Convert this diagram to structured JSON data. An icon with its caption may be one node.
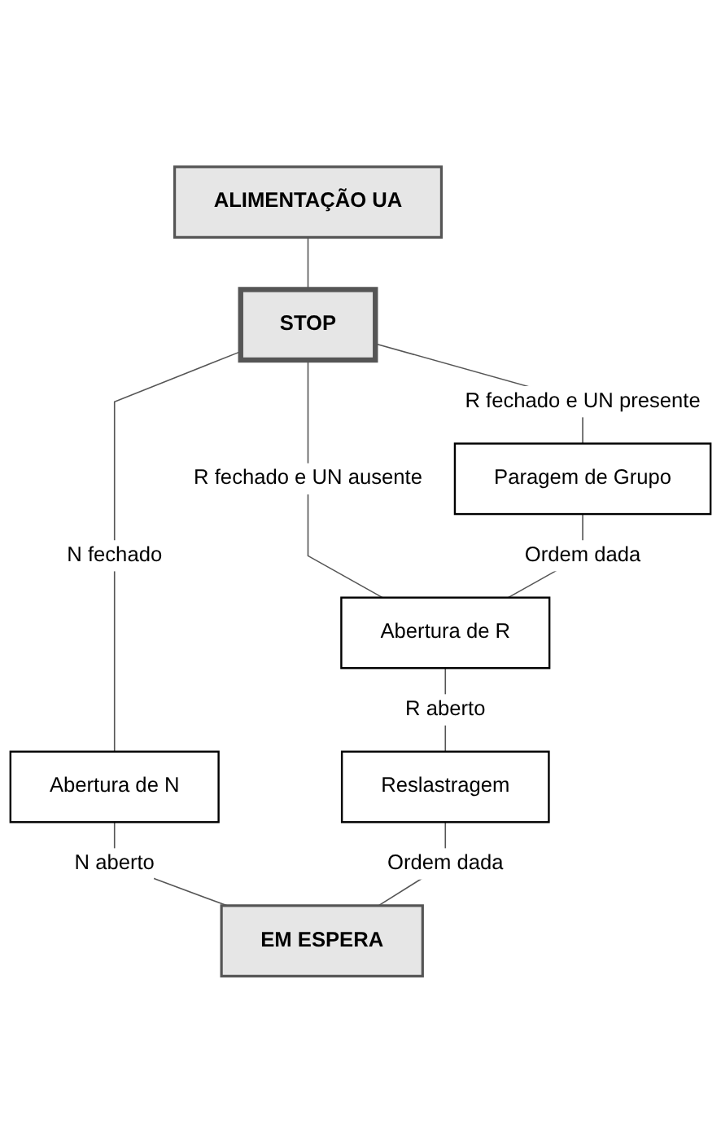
{
  "diagram": {
    "nodes": [
      {
        "text": [
          "ALIMENTAÇÃO UA"
        ]
      },
      {
        "text": [
          "STOP"
        ]
      },
      {
        "text": [
          "Paragem de Grupo"
        ]
      },
      {
        "text": [
          "Abertura de N"
        ]
      },
      {
        "text": [
          "Abertura de R"
        ]
      },
      {
        "text": [
          "Reslastragem"
        ]
      },
      {
        "text": [
          "EM ESPERA"
        ]
      }
    ],
    "edges": [
      {
        "from": 0,
        "to": 1,
        "arrow": "none"
      },
      {
        "from": 1,
        "to": 3,
        "arrow": "none",
        "label": "N fechado"
      },
      {
        "from": 1,
        "to": 4,
        "arrow": "none",
        "label": "R fechado e UN ausente"
      },
      {
        "from": 1,
        "to": 2,
        "arrow": "none",
        "label": "R fechado e UN presente"
      },
      {
        "from": 2,
        "to": 4,
        "arrow": "none",
        "label": "Ordem dada"
      },
      {
        "from": 3,
        "to": 6,
        "arrow": "none",
        "label": "N aberto"
      },
      {
        "from": 4,
        "to": 5,
        "arrow": "none",
        "label": "R aberto"
      },
      {
        "from": 5,
        "to": 6,
        "arrow": "none",
        "label": "Ordem dada"
      }
    ]
  }
}
